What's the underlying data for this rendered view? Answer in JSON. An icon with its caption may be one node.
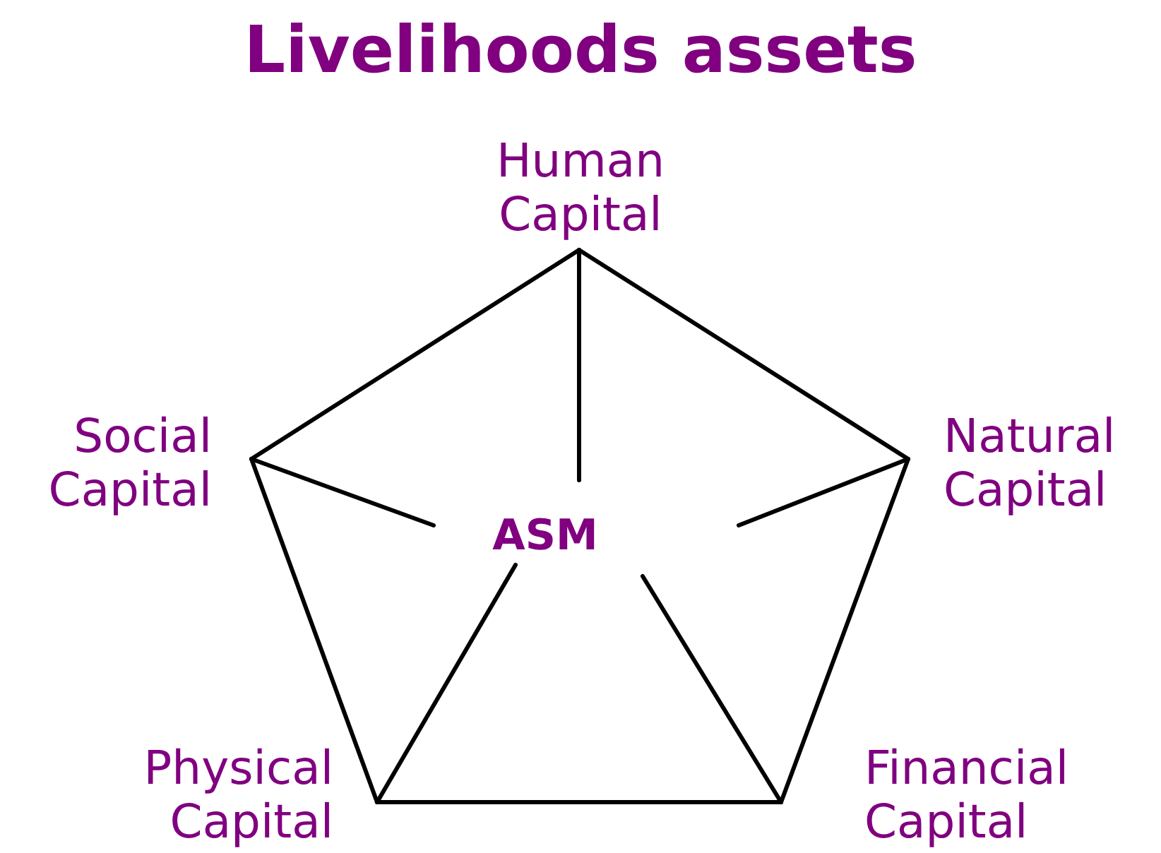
{
  "diagram": {
    "title": "Livelihoods assets",
    "nodes": [
      {
        "text": [
          "Human Capital"
        ]
      },
      {
        "text": [
          "Social Capital"
        ]
      },
      {
        "text": [
          "Natural Capital"
        ]
      },
      {
        "text": [
          "Physical Capital"
        ]
      },
      {
        "text": [
          "Financial Capital"
        ]
      }
    ],
    "edges": [
      {
        "from": 0,
        "to": 2,
        "arrow": "none"
      },
      {
        "from": 2,
        "to": 4,
        "arrow": "none"
      },
      {
        "from": 4,
        "to": 3,
        "arrow": "none"
      },
      {
        "from": 3,
        "to": 1,
        "arrow": "none"
      },
      {
        "from": 1,
        "to": 0,
        "arrow": "none"
      },
      {
        "from": 0,
        "to": null,
        "arrow": "none"
      },
      {
        "from": 2,
        "to": null,
        "arrow": "none"
      },
      {
        "from": 4,
        "to": null,
        "arrow": "none"
      },
      {
        "from": 3,
        "to": null,
        "arrow": "none"
      },
      {
        "from": 1,
        "to": null,
        "arrow": "none"
      }
    ],
    "labels": [
      "ASM"
    ]
  }
}
